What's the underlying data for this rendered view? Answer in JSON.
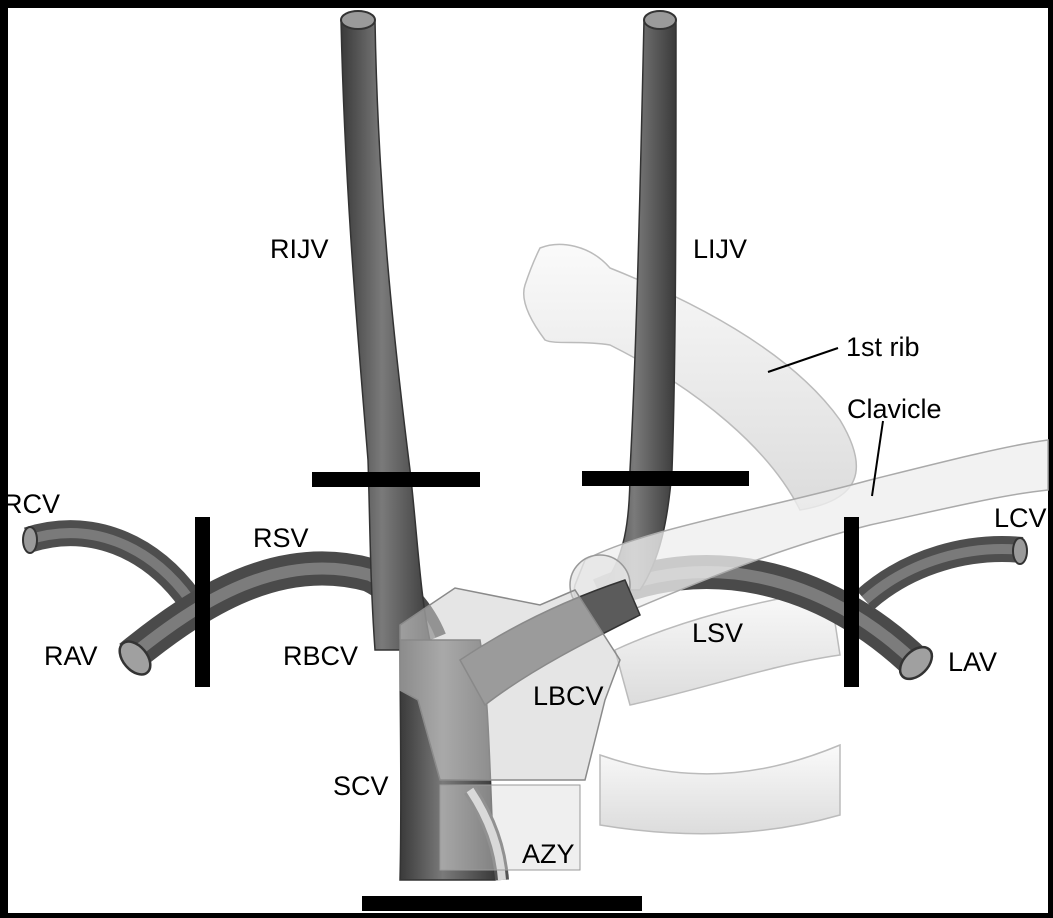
{
  "labels": {
    "rijv": "RIJV",
    "lijv": "LIJV",
    "first_rib": "1st rib",
    "clavicle": "Clavicle",
    "rcv": "RCV",
    "lcv": "LCV",
    "rsv": "RSV",
    "rav": "RAV",
    "rbcv": "RBCV",
    "lsv": "LSV",
    "lav": "LAV",
    "lbcv": "LBCV",
    "scv": "SCV",
    "azy": "AZY"
  },
  "colors": {
    "background": "#ffffff",
    "frame": "#000000",
    "vein": "#666666",
    "vein_dark": "#3f3f3f",
    "bone": "#f0f0f0",
    "overlay": "#d4d4d4",
    "marker": "#000000"
  }
}
